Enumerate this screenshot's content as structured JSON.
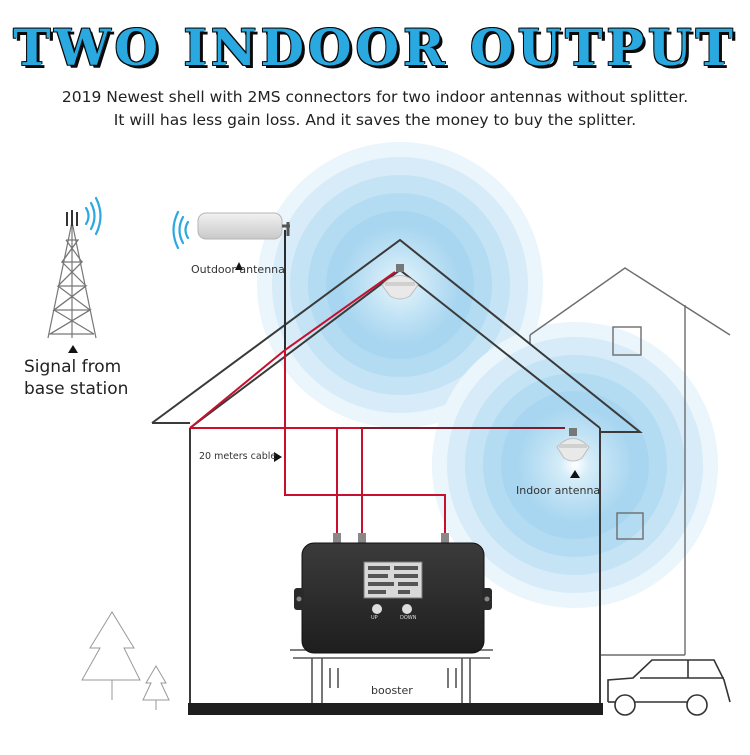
{
  "title": "TWO INDOOR OUTPUT",
  "subtitle_line1": "2019 Newest shell with 2MS connectors for two indoor antennas without splitter.",
  "subtitle_line2": "It will has less gain loss. And it saves the money to buy the splitter.",
  "labels": {
    "outdoor_antenna": "Outdoor antenna",
    "signal_line1": "Signal from",
    "signal_line2": "base station",
    "cable": "20 meters cable",
    "indoor_antenna": "Indoor antenna",
    "booster": "booster",
    "up": "UP",
    "down": "DOWN"
  },
  "colors": {
    "title": "#2aa8e0",
    "signal_blue": "#5bb8e8",
    "cable_red": "#c8102e",
    "house_line": "#444444"
  },
  "icons": [
    "cell-tower-icon",
    "wifi-wave-icon",
    "panel-antenna-icon",
    "ceiling-antenna-icon",
    "booster-device-icon",
    "car-icon",
    "tree-icon"
  ]
}
